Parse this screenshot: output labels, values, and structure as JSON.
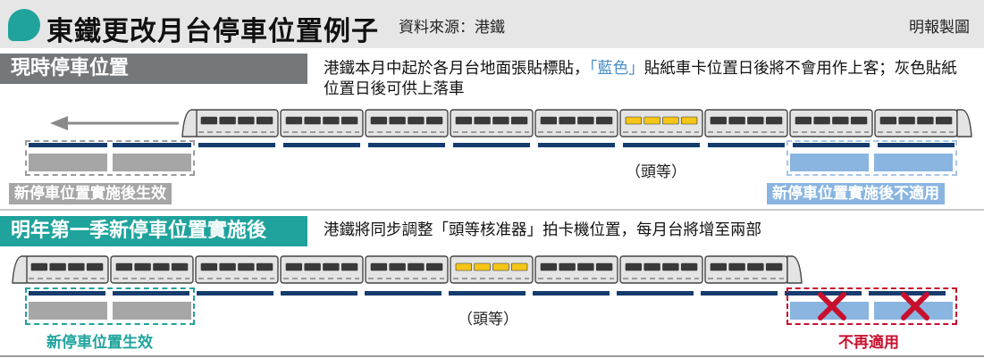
{
  "header": {
    "title": "東鐵更改月台停車位置例子",
    "source": "資料來源：港鐵",
    "credit": "明報製圖"
  },
  "section1": {
    "label": "現時停車位置",
    "desc_a": "港鐵本月中起於各月台地面張貼標貼，",
    "desc_highlight": "「藍色」",
    "desc_b": "貼紙車卡位置日後將不會用作上客；灰色貼紙位置日後可供上落車",
    "first_class": "（頭等）",
    "left_caption": "新停車位置實施後生效",
    "right_caption": "新停車位置實施後不適用"
  },
  "section2": {
    "label": "明年第一季新停車位置實施後",
    "desc": "港鐵將同步調整「頭等核准器」拍卡機位置，每月台將增至兩部",
    "first_class": "（頭等）",
    "left_caption": "新停車位置生效",
    "right_caption": "不再適用"
  },
  "colors": {
    "teal": "#1fa39c",
    "grey": "#a6a6a6",
    "blue_sticker": "#8ab5e0",
    "platform": "#143c6e",
    "first_class_window": "#f5c518",
    "cross_red": "#c8102e"
  }
}
